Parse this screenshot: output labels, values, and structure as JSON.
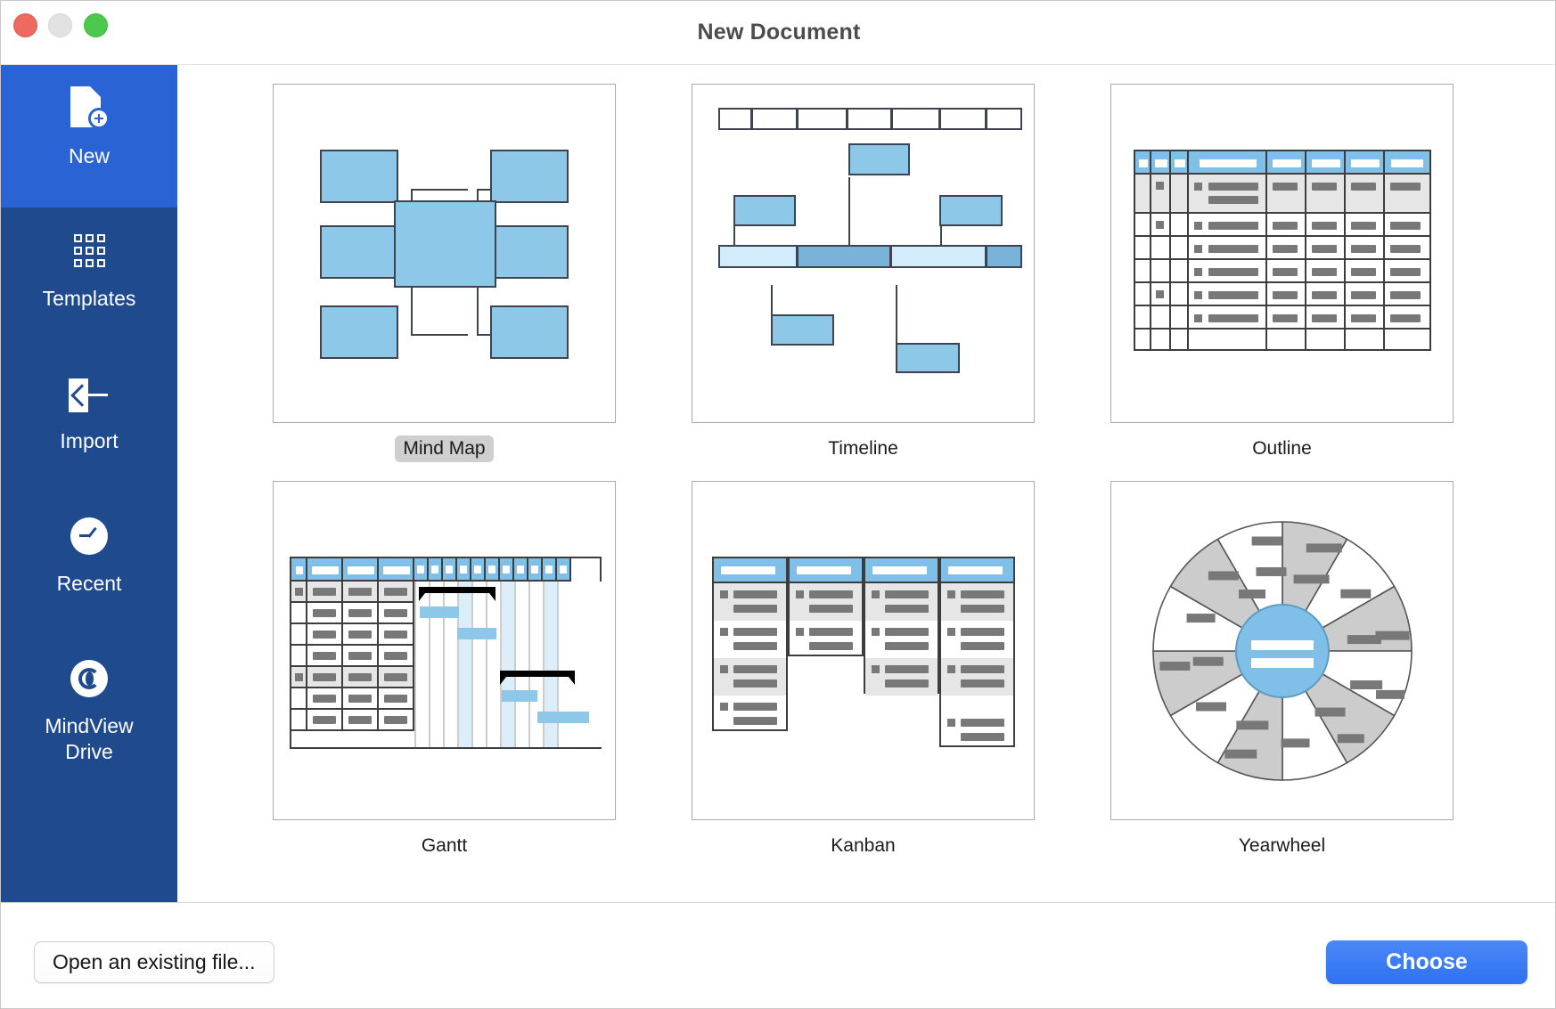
{
  "window": {
    "title": "New Document",
    "traffic_lights": [
      {
        "name": "close",
        "color": "#ee6a5f"
      },
      {
        "name": "minimize",
        "color": "#e2e2e2"
      },
      {
        "name": "maximize",
        "color": "#4cc94c"
      }
    ]
  },
  "sidebar": {
    "background": "#1f4b8e",
    "selected_background": "#2a63d4",
    "items": [
      {
        "label": "New",
        "icon": "new-document-icon",
        "selected": true
      },
      {
        "label": "Templates",
        "icon": "grid-icon",
        "selected": false
      },
      {
        "label": "Import",
        "icon": "import-arrow-icon",
        "selected": false
      },
      {
        "label": "Recent",
        "icon": "clock-icon",
        "selected": false
      },
      {
        "label": "MindView Drive",
        "icon": "cloud-sync-icon",
        "selected": false
      }
    ]
  },
  "templates": [
    {
      "label": "Mind Map",
      "selected": true
    },
    {
      "label": "Timeline",
      "selected": false
    },
    {
      "label": "Outline",
      "selected": false
    },
    {
      "label": "Gantt",
      "selected": false
    },
    {
      "label": "Kanban",
      "selected": false
    },
    {
      "label": "Yearwheel",
      "selected": false
    }
  ],
  "footer": {
    "open_existing_label": "Open an existing file...",
    "choose_label": "Choose",
    "choose_color": "#3b7ef5"
  },
  "palette": {
    "node_blue": "#8ec8e8",
    "header_blue": "#80c0e8",
    "node_border": "#3d4450",
    "gray_bar": "#787878",
    "row_alt": "#e6e6e6",
    "selection_gray": "#cfcfcf"
  }
}
